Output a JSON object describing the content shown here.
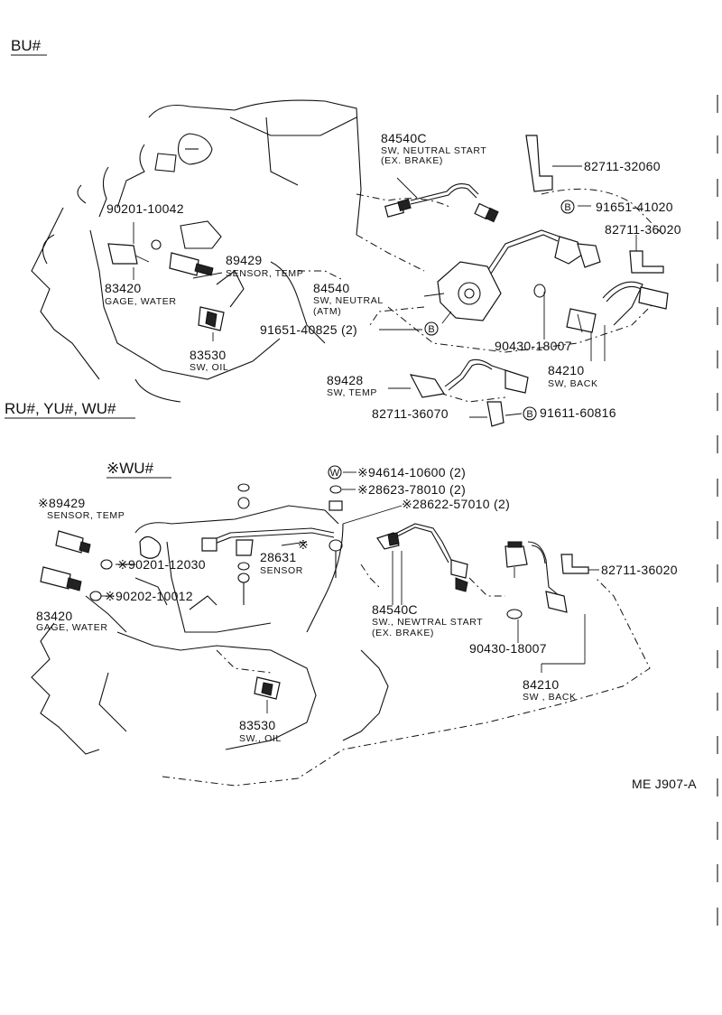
{
  "sections": {
    "bu": "BU#",
    "ru_yu_wu": "RU#, YU#, WU#",
    "wu": "※WU#"
  },
  "labels_upper": {
    "p84540c_num": "84540C",
    "p84540c_d1": "SW, NEUTRAL START",
    "p84540c_d2": "(EX. BRAKE)",
    "p82711_32060": "82711-32060",
    "p91651_41020": "91651-41020",
    "p82711_36020": "82711-36020",
    "p90201_10042": "90201-10042",
    "p89429_num": "89429",
    "p89429_desc": "SENSOR, TEMP",
    "p83420_num": "83420",
    "p83420_desc": "GAGE, WATER",
    "p84540_num": "84540",
    "p84540_d1": "SW, NEUTRAL",
    "p84540_d2": "(ATM)",
    "p91651_40825": "91651-40825 (2)",
    "p83530_num": "83530",
    "p83530_desc": "SW, OIL",
    "p90430_18007": "90430-18007",
    "p84210_num": "84210",
    "p84210_desc": "SW, BACK",
    "p89428_num": "89428",
    "p89428_desc": "SW, TEMP",
    "p82711_36070": "82711-36070",
    "p91611_60816": "91611-60816",
    "callout_b": "B"
  },
  "labels_lower": {
    "p94614": "※94614-10600 (2)",
    "p28623": "※28623-78010 (2)",
    "p28622": "※28622-57010 (2)",
    "callout_w": "W",
    "p89429_num": "※89429",
    "p89429_desc": "SENSOR, TEMP",
    "p90201_12030": "※90201-12030",
    "p28631_num": "28631",
    "p28631_star": "※",
    "p28631_desc": "SENSOR",
    "p90202_10012": "※90202-10012",
    "p83420_num": "83420",
    "p83420_desc": "GAGE, WATER",
    "p84540c_num": "84540C",
    "p84540c_d1": "SW., NEWTRAL START",
    "p84540c_d2": "(EX. BRAKE)",
    "p82711_36020": "82711-36020",
    "p90430_18007": "90430-18007",
    "p84210_num": "84210",
    "p84210_desc": "SW , BACK",
    "p83530_num": "83530",
    "p83530_desc": "SW., OIL"
  },
  "figure_code": "ME J907-A"
}
